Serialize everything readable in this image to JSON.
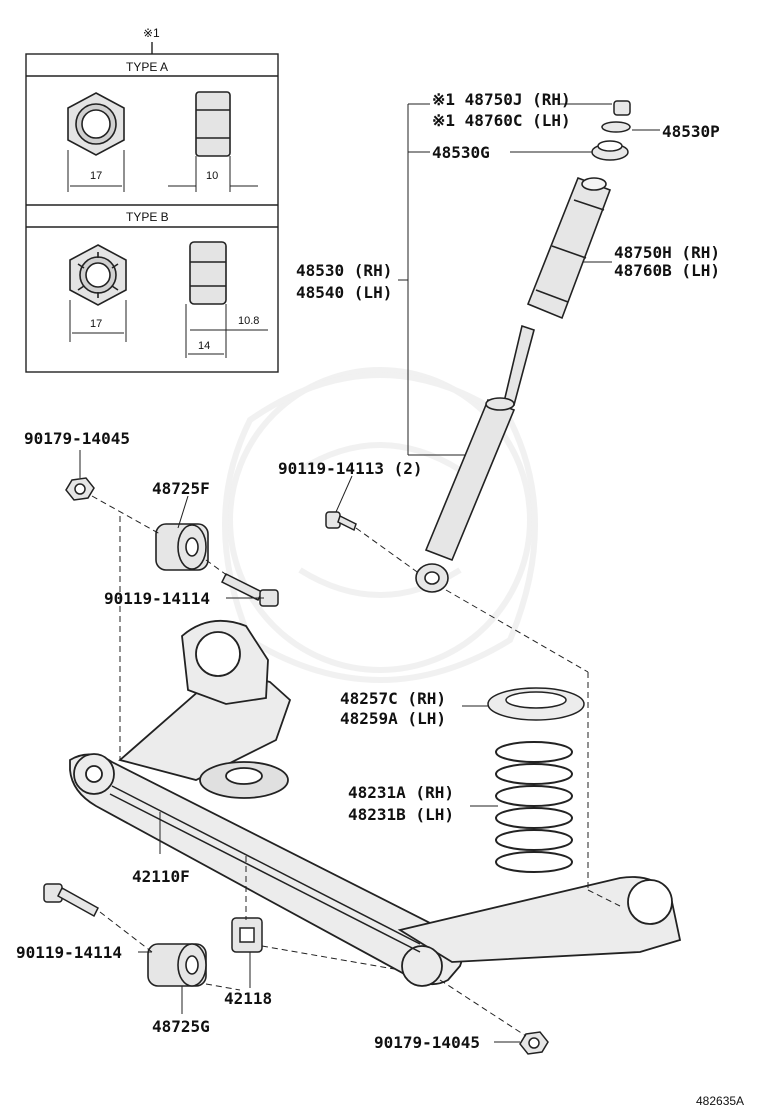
{
  "note_header": "※1",
  "type_a": {
    "title": "TYPE A",
    "width": "17",
    "height": "10"
  },
  "type_b": {
    "title": "TYPE B",
    "width": "17",
    "height1": "10.8",
    "height2": "14"
  },
  "labels": {
    "l48750j": "※1 48750J (RH)",
    "l48760c": "※1 48760C (LH)",
    "l48530p": "48530P",
    "l48530g": "48530G",
    "l48750h": "48750H (RH)",
    "l48760b": "48760B (LH)",
    "l48530": "48530 (RH)",
    "l48540": "48540 (LH)",
    "l90179a": "90179-14045",
    "l48725f": "48725F",
    "l90119a": "90119-14113 (2)",
    "l90119b": "90119-14114",
    "l48257c": "48257C (RH)",
    "l48259a": "48259A (LH)",
    "l48231a": "48231A (RH)",
    "l48231b": "48231B (LH)",
    "l42110f": "42110F",
    "l90119c": "90119-14114",
    "l48725g": "48725G",
    "l42118": "42118",
    "l90179b": "90179-14045"
  },
  "diagram_id": "482635A"
}
